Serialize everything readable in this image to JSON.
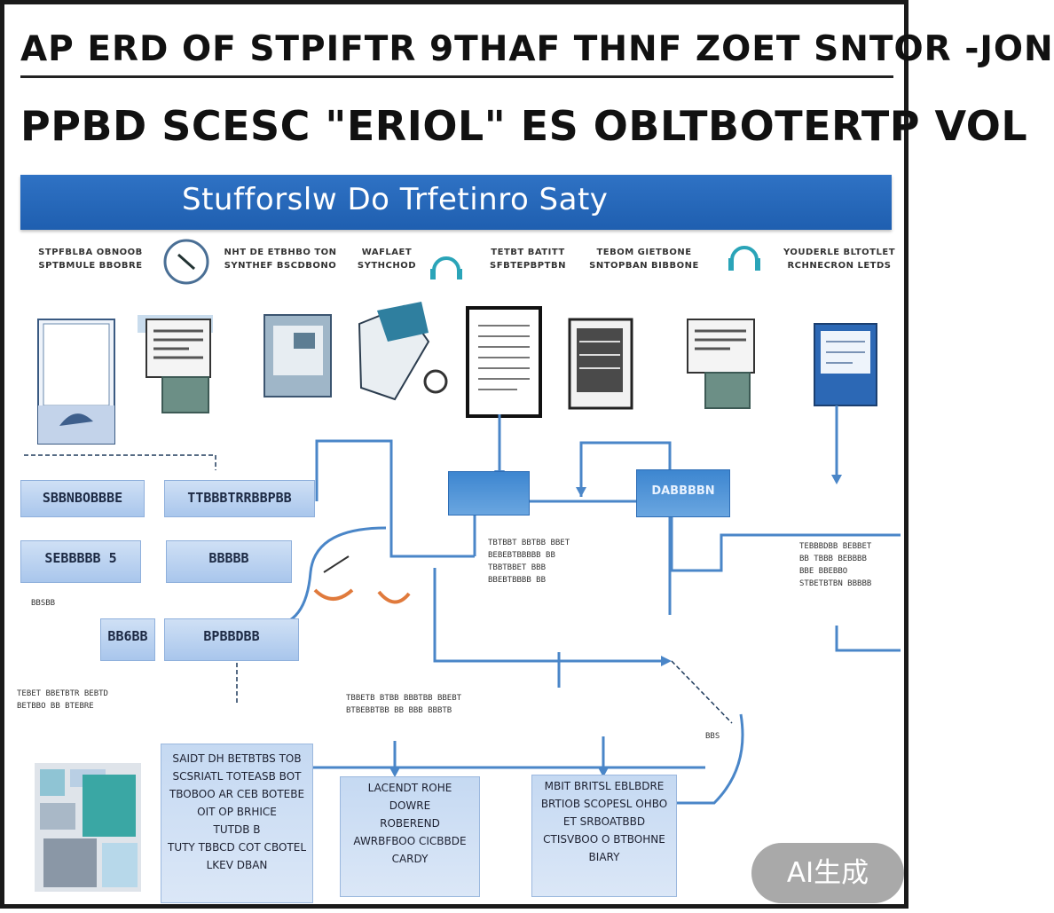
{
  "header": {
    "title_line1": "AP ERD OF STPIFTR 9THAF THNF ZOET SNTOR -JON",
    "title_line2": "PPBD SCESC \"ERIOL\" ES OBLTBOTERTP VOL"
  },
  "banner": {
    "text": "Stufforslw Do Trfetinro Saty"
  },
  "column_captions": [
    {
      "line1": "STPFBLBA OBNOOB",
      "line2": "SPTBMULE BBOBRE"
    },
    {
      "line1": "NHT DE ETBHBO TON",
      "line2": "SYNTHEF BSCDBONO"
    },
    {
      "line1": "WAFLAET",
      "line2": "SYTHCHOD"
    },
    {
      "line1": "TETBT BATITT",
      "line2": "SFBTEPBPTBN"
    },
    {
      "line1": "TEBOM GIETBONE",
      "line2": "SNTOPBAN BIBBONE"
    },
    {
      "line1": "YOUDERLE BLTOTLET",
      "line2": "RCHNECRON LETDS"
    }
  ],
  "left_boxes": [
    {
      "label": "SBBNBOBBBE"
    },
    {
      "label": "TTBBBTRRBBPBB"
    },
    {
      "label": "SEBBBBB 5"
    },
    {
      "label": "BBBBB"
    },
    {
      "label": "BB6BB"
    },
    {
      "label": "BPBBDBB"
    }
  ],
  "blue_boxes": [
    {
      "label": ""
    },
    {
      "label": "DABBBBN"
    }
  ],
  "notes": {
    "left_bottom": [
      "TEBET BBETBTR BEBTD",
      "BETBBO BB BTEBRE"
    ],
    "right_mid": [
      "TEBBBDBB BEBBET",
      "BB TBBB BEBBBB",
      "BBE BBEBBO",
      "STBETBTBN BBBBB"
    ],
    "center": [
      "TBTBBT BBTBB BBET",
      "BEBEBTBBBBB BB",
      "TBBTBBET BBB",
      "BBEBTBBBB BB"
    ],
    "lower_center": [
      "TBBETB BTBB BBBTBB BBEBT",
      "BTBEBBTBB BB BBB BBBTB"
    ],
    "small_left": "BBSBB",
    "small_right": "BBS"
  },
  "bottom_cards": [
    {
      "lines": [
        "SAIDT DH BETBTBS TOB",
        "SCSRIATL TOTEASB BOT",
        "TBOBOO AR CEB BOTEBE",
        "OIT OP BRHICE",
        "TUTDB B",
        "TUTY TBBCD COT CBOTEL",
        "LKEV DBAN"
      ]
    },
    {
      "lines": [
        "LACENDT ROHE",
        "DOWRE",
        "ROBEREND",
        "",
        "AWRBFBOO CICBBDE",
        "CARDY"
      ]
    },
    {
      "lines": [
        "MBIT BRITSL EBLBDRE",
        "BRTIOB SCOPESL OHBO",
        "ET SRBOATBBD",
        "",
        "CTISVBOO O BTBOHNE",
        "BIARY"
      ]
    }
  ],
  "watermark": {
    "text": "AI生成"
  }
}
